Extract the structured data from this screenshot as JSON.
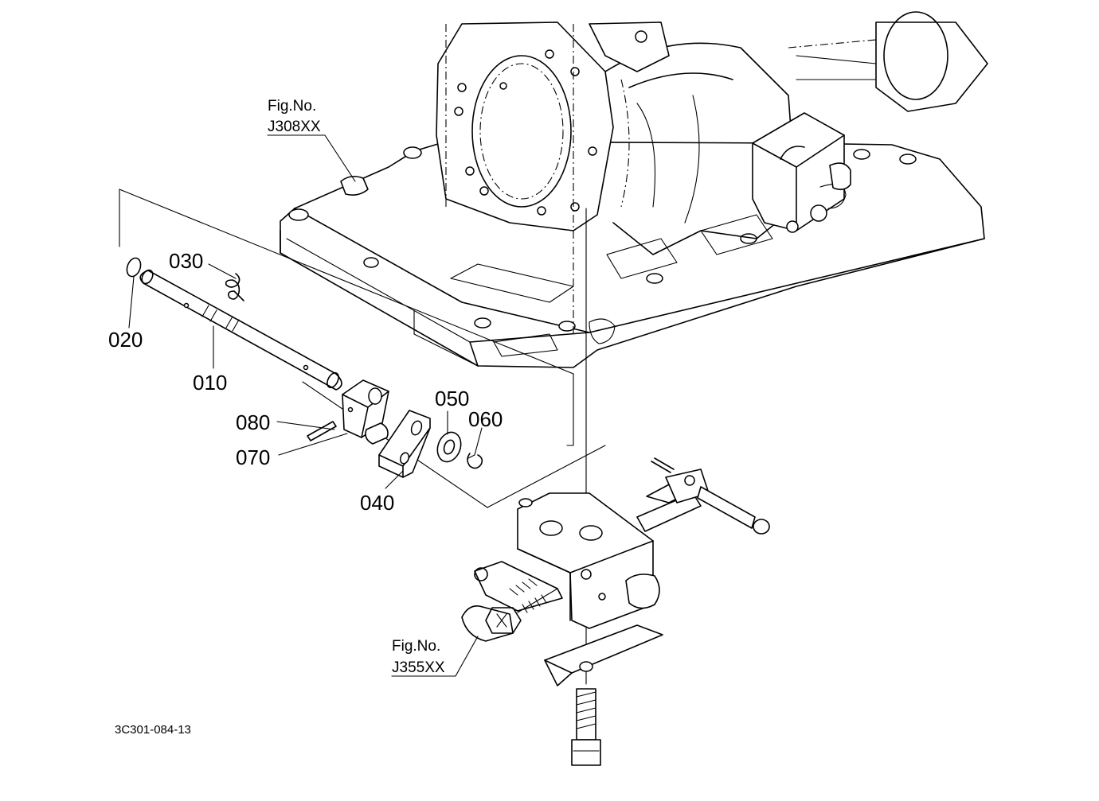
{
  "callouts": {
    "p010": "010",
    "p020": "020",
    "p030": "030",
    "p040": "040",
    "p050": "050",
    "p060": "060",
    "p070": "070",
    "p080": "080"
  },
  "figure_refs": {
    "upper": {
      "line1": "Fig.No.",
      "line2": "J308XX"
    },
    "lower": {
      "line1": "Fig.No.",
      "line2": "J355XX"
    }
  },
  "drawing_code": "3C301-084-13"
}
